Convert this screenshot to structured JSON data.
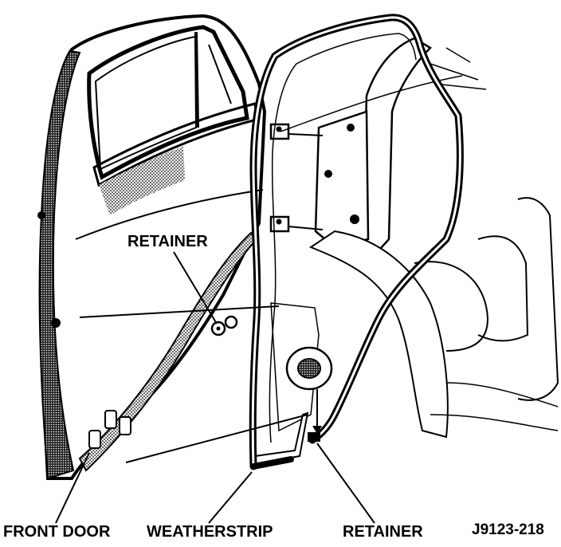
{
  "labels": {
    "retainer_top": "RETAINER",
    "front_door": "FRONT DOOR",
    "weatherstrip": "WEATHERSTRIP",
    "retainer_bottom": "RETAINER",
    "figure_id": "J9123-218"
  },
  "colors": {
    "ink": "#000000",
    "paper": "#ffffff"
  }
}
